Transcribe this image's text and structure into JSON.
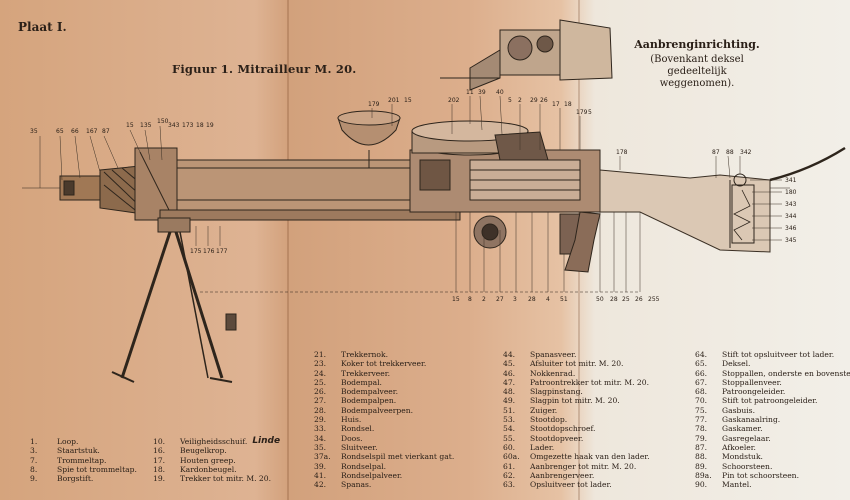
{
  "plate_label": "Plaat I.",
  "figure_title": "Figuur 1.   Mitrailleur M. 20.",
  "inset": {
    "title": "Aanbrenginrichting.",
    "subtitle": "(Bovenkant deksel gedeeltelijk weggenomen)."
  },
  "signature_text": "Linde",
  "callouts_top": [
    "35",
    "65",
    "66",
    "167",
    "87",
    "15",
    "135",
    "150",
    "343",
    "173",
    "18",
    "19",
    "179",
    "201",
    "15",
    "202",
    "11",
    "39",
    "40",
    "5",
    "2",
    "29",
    "26",
    "17",
    "18",
    "179",
    "5",
    "178",
    "87",
    "88",
    "342"
  ],
  "callouts_bottom": [
    "15",
    "8",
    "2",
    "27",
    "3",
    "28",
    "4",
    "51",
    "50",
    "28",
    "25",
    "26",
    "255",
    "175",
    "176",
    "177"
  ],
  "callouts_right": [
    "341",
    "180",
    "343",
    "344",
    "346",
    "345"
  ],
  "legend": [
    [
      {
        "num": "1.",
        "text": "Loop."
      },
      {
        "num": "3.",
        "text": "Staartstuk."
      },
      {
        "num": "7.",
        "text": "Trommeltap."
      },
      {
        "num": "8.",
        "text": "Spie tot trommeltap."
      },
      {
        "num": "9.",
        "text": "Borgstift."
      }
    ],
    [
      {
        "num": "10.",
        "text": "Veiligheidsschuif."
      },
      {
        "num": "16.",
        "text": "Beugelkrop."
      },
      {
        "num": "17.",
        "text": "Houten greep."
      },
      {
        "num": "18.",
        "text": "Kardonbeugel."
      },
      {
        "num": "19.",
        "text": "Trekker tot mitr. M. 20."
      }
    ],
    [
      {
        "num": "21.",
        "text": "Trekkernok."
      },
      {
        "num": "23.",
        "text": "Koker tot trekkerveer."
      },
      {
        "num": "24.",
        "text": "Trekkerveer."
      },
      {
        "num": "25.",
        "text": "Bodempal."
      },
      {
        "num": "26.",
        "text": "Bodempalveer."
      },
      {
        "num": "27.",
        "text": "Bodempalpen."
      },
      {
        "num": "28.",
        "text": "Bodempalveerpen."
      },
      {
        "num": "29.",
        "text": "Huis."
      },
      {
        "num": "33.",
        "text": "Rondsel."
      },
      {
        "num": "34.",
        "text": "Doos."
      },
      {
        "num": "35.",
        "text": "Sluitveer."
      },
      {
        "num": "37a.",
        "text": "Rondselspil met vierkant gat."
      },
      {
        "num": "39.",
        "text": "Rondselpal."
      },
      {
        "num": "41.",
        "text": "Rondselpalveer."
      },
      {
        "num": "42.",
        "text": "Spanas."
      }
    ],
    [
      {
        "num": "44.",
        "text": "Spanasveer."
      },
      {
        "num": "45.",
        "text": "Afsluiter tot mitr. M. 20."
      },
      {
        "num": "46.",
        "text": "Nokkenrad."
      },
      {
        "num": "47.",
        "text": "Patroontrekker tot mitr. M. 20."
      },
      {
        "num": "48.",
        "text": "Slagpinstang."
      },
      {
        "num": "49.",
        "text": "Slagpin tot mitr. M. 20."
      },
      {
        "num": "51.",
        "text": "Zuiger."
      },
      {
        "num": "53.",
        "text": "Stootdop."
      },
      {
        "num": "54.",
        "text": "Stootdopschroef."
      },
      {
        "num": "55.",
        "text": "Stootdopveer."
      },
      {
        "num": "60.",
        "text": "Lader."
      },
      {
        "num": "60a.",
        "text": "Omgezette haak van den lader."
      },
      {
        "num": "61.",
        "text": "Aanbrenger tot mitr. M. 20."
      },
      {
        "num": "62.",
        "text": "Aanbrengerveer."
      },
      {
        "num": "63.",
        "text": "Opsluitveer tot lader."
      }
    ],
    [
      {
        "num": "64.",
        "text": "Stift tot opsluitveer tot lader."
      },
      {
        "num": "65.",
        "text": "Deksel."
      },
      {
        "num": "66.",
        "text": "Stoppallen, onderste en bovenste."
      },
      {
        "num": "67.",
        "text": "Stoppallenveer."
      },
      {
        "num": "68.",
        "text": "Patroongeleider."
      },
      {
        "num": "70.",
        "text": "Stift tot patroongeleider."
      },
      {
        "num": "75.",
        "text": "Gasbuis."
      },
      {
        "num": "77.",
        "text": "Gaskanaalring."
      },
      {
        "num": "78.",
        "text": "Gaskamer."
      },
      {
        "num": "79.",
        "text": "Gasregelaar."
      },
      {
        "num": "87.",
        "text": "Afkoeler."
      },
      {
        "num": "88.",
        "text": "Mondstuk."
      },
      {
        "num": "89.",
        "text": "Schoorsteen."
      },
      {
        "num": "89a.",
        "text": "Pin tot schoorsteen."
      },
      {
        "num": "90.",
        "text": "Mantel."
      }
    ]
  ]
}
